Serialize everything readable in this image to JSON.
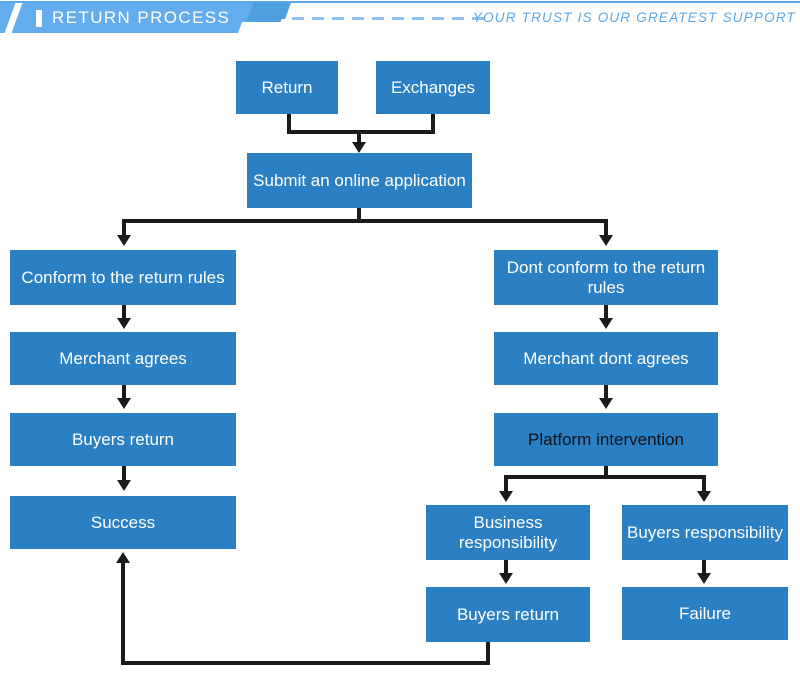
{
  "header": {
    "title": "RETURN PROCESS",
    "tagline": "YOUR TRUST IS OUR GREATEST SUPPORT"
  },
  "diagram": {
    "type": "flowchart",
    "nodes": [
      {
        "id": "return",
        "label": "Return"
      },
      {
        "id": "exchanges",
        "label": "Exchanges"
      },
      {
        "id": "submit",
        "label": "Submit an online application"
      },
      {
        "id": "conform",
        "label": "Conform to the return rules"
      },
      {
        "id": "merchant-agrees",
        "label": "Merchant agrees"
      },
      {
        "id": "buyers-return-left",
        "label": "Buyers return"
      },
      {
        "id": "success",
        "label": "Success"
      },
      {
        "id": "dont-conform",
        "label": "Dont conform to the return rules"
      },
      {
        "id": "merchant-dont",
        "label": "Merchant dont agrees"
      },
      {
        "id": "platform",
        "label": "Platform intervention"
      },
      {
        "id": "business-resp",
        "label": "Business responsibility"
      },
      {
        "id": "buyers-resp",
        "label": "Buyers responsibility"
      },
      {
        "id": "buyers-return-r",
        "label": "Buyers return"
      },
      {
        "id": "failure",
        "label": "Failure"
      }
    ],
    "edges": [
      {
        "from": "return",
        "to": "submit"
      },
      {
        "from": "exchanges",
        "to": "submit"
      },
      {
        "from": "submit",
        "to": "conform"
      },
      {
        "from": "submit",
        "to": "dont-conform"
      },
      {
        "from": "conform",
        "to": "merchant-agrees"
      },
      {
        "from": "merchant-agrees",
        "to": "buyers-return-left"
      },
      {
        "from": "buyers-return-left",
        "to": "success"
      },
      {
        "from": "dont-conform",
        "to": "merchant-dont"
      },
      {
        "from": "merchant-dont",
        "to": "platform"
      },
      {
        "from": "platform",
        "to": "business-resp"
      },
      {
        "from": "platform",
        "to": "buyers-resp"
      },
      {
        "from": "business-resp",
        "to": "buyers-return-r"
      },
      {
        "from": "buyers-resp",
        "to": "failure"
      },
      {
        "from": "buyers-return-r",
        "to": "success"
      }
    ]
  },
  "colors": {
    "node_fill": "#2b7fc3",
    "node_text": "#ffffff",
    "node_text_alt": "#111111",
    "header_band": "#63aced",
    "header_accent": "#5aa7e8",
    "connector": "#1b1b1b"
  }
}
